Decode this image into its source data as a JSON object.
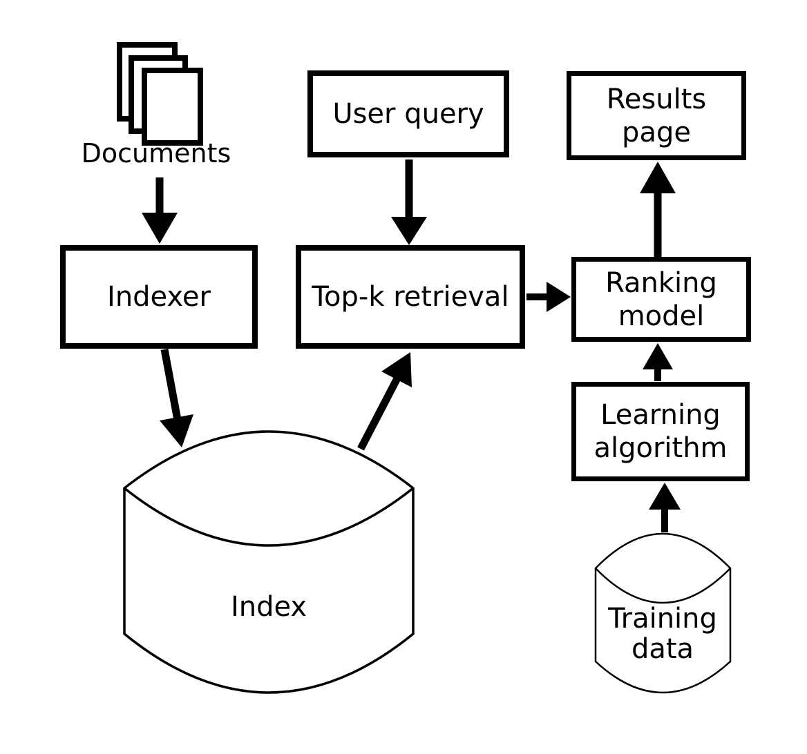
{
  "diagram": {
    "background_color": "#ffffff",
    "line_color": "#000000",
    "nodes": {
      "documents": {
        "type": "document-stack",
        "label": "Documents"
      },
      "user_query": {
        "type": "box",
        "label": "User query"
      },
      "results_page": {
        "type": "box",
        "lines": [
          "Results",
          "page"
        ]
      },
      "indexer": {
        "type": "box",
        "label": "Indexer"
      },
      "topk_retrieval": {
        "type": "box",
        "label": "Top-k retrieval"
      },
      "ranking_model": {
        "type": "box",
        "lines": [
          "Ranking",
          "model"
        ]
      },
      "learning_algorithm": {
        "type": "box",
        "lines": [
          "Learning",
          "algorithm"
        ]
      },
      "index": {
        "type": "database",
        "label": "Index"
      },
      "training_data": {
        "type": "database",
        "lines": [
          "Training",
          "data"
        ]
      }
    },
    "edges": [
      {
        "from": "documents",
        "to": "indexer"
      },
      {
        "from": "user_query",
        "to": "topk_retrieval"
      },
      {
        "from": "indexer",
        "to": "index"
      },
      {
        "from": "index",
        "to": "topk_retrieval"
      },
      {
        "from": "topk_retrieval",
        "to": "ranking_model"
      },
      {
        "from": "ranking_model",
        "to": "results_page"
      },
      {
        "from": "learning_algorithm",
        "to": "ranking_model"
      },
      {
        "from": "training_data",
        "to": "learning_algorithm"
      }
    ]
  }
}
